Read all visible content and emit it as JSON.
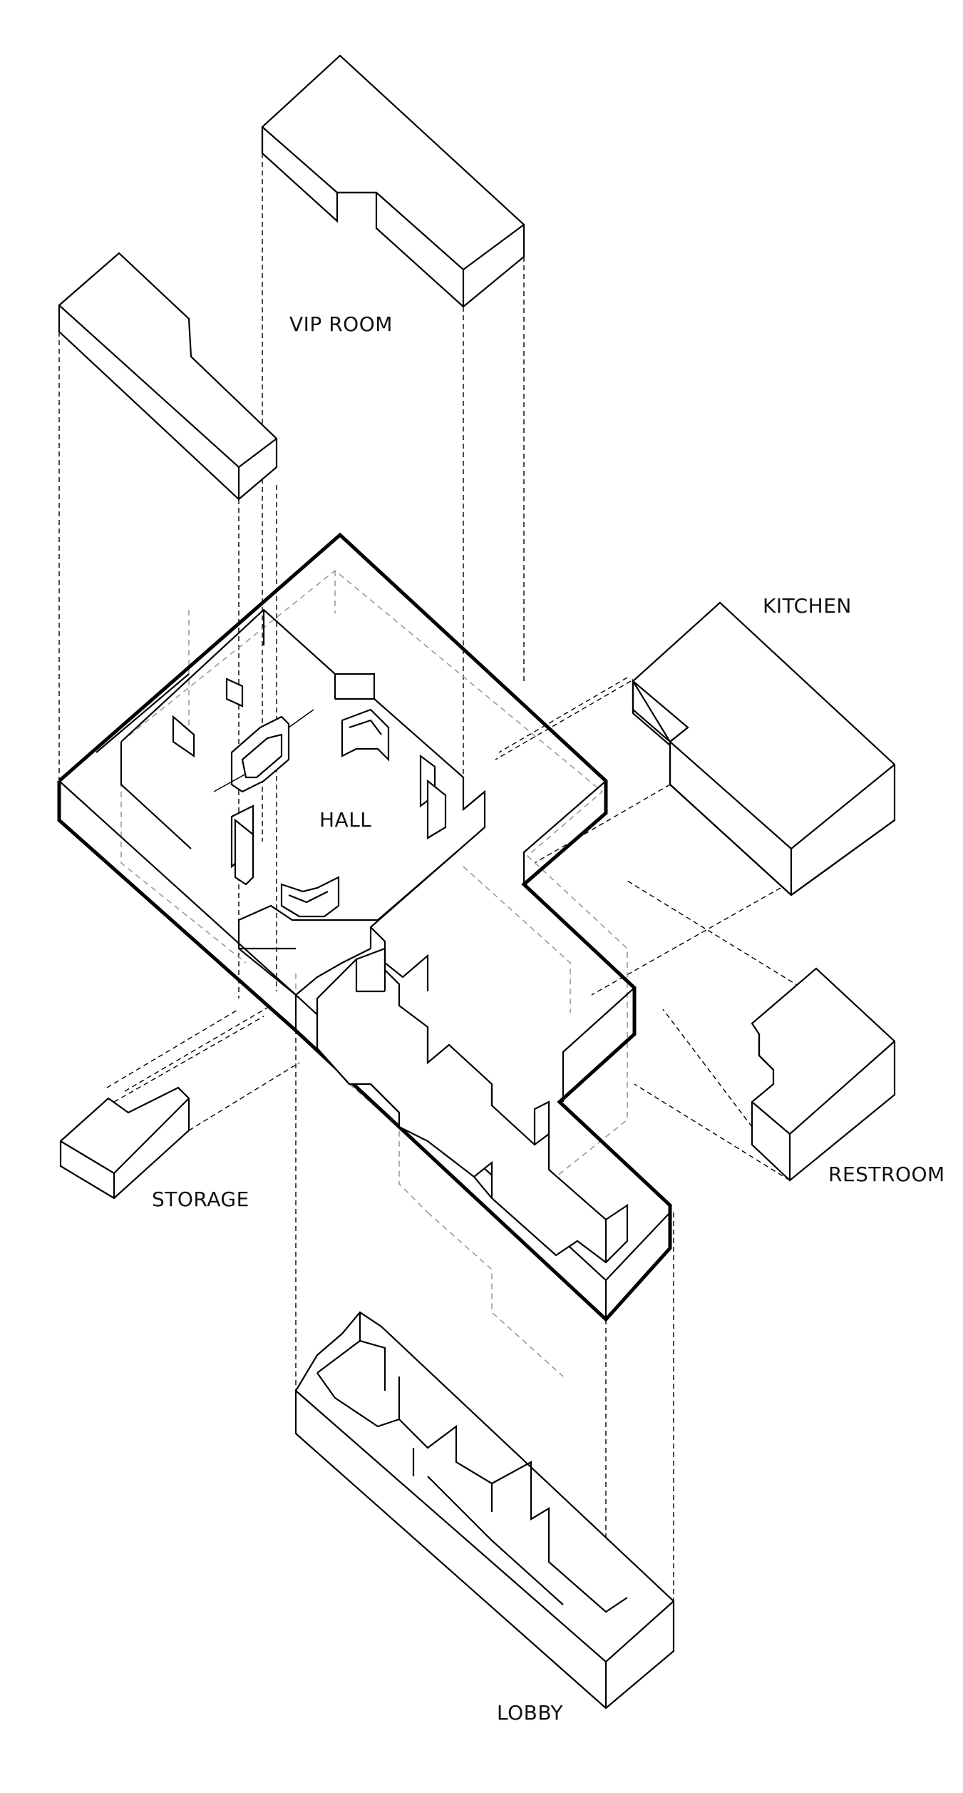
{
  "rooms": {
    "vip_room": "VIP ROOM",
    "kitchen": "KITCHEN",
    "hall": "HALL",
    "restroom": "RESTROOM",
    "storage": "STORAGE",
    "lobby": "LOBBY"
  }
}
